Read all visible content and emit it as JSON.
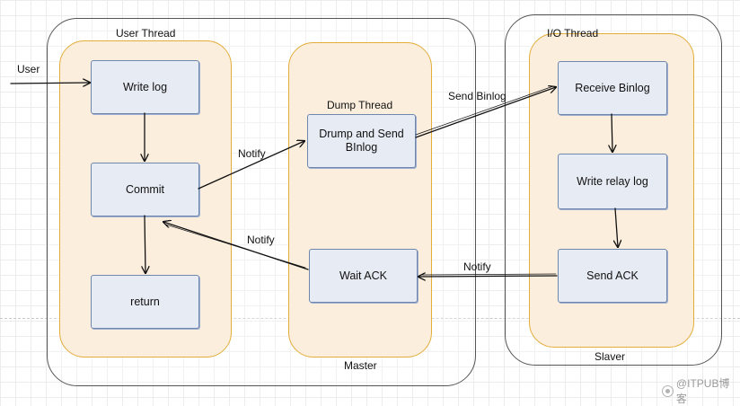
{
  "labels": {
    "master": "Master",
    "slaver": "Slaver",
    "user_thread": "User Thread",
    "dump_thread": "Dump Thread",
    "io_thread": "I/O Thread",
    "user": "User",
    "notify_commit": "Notify",
    "notify_ack": "Notify",
    "send_binlog": "Send Binlog",
    "notify_slave": "Notify"
  },
  "nodes": {
    "write_log": "Write log",
    "commit": "Commit",
    "return": "return",
    "dump_send_line1": "Drump and Send",
    "dump_send_line2": "BInlog",
    "wait_ack": "Wait ACK",
    "receive_binlog": "Receive Binlog",
    "write_relay_log": "Write relay log",
    "send_ack": "Send ACK"
  },
  "watermark": "@ITPUB博客",
  "colors": {
    "lane_fill": "#fbeedd",
    "lane_border": "#e3ad3a",
    "box_fill": "#e7ebf3",
    "box_border": "#6f86ad",
    "container_border": "#555555"
  }
}
